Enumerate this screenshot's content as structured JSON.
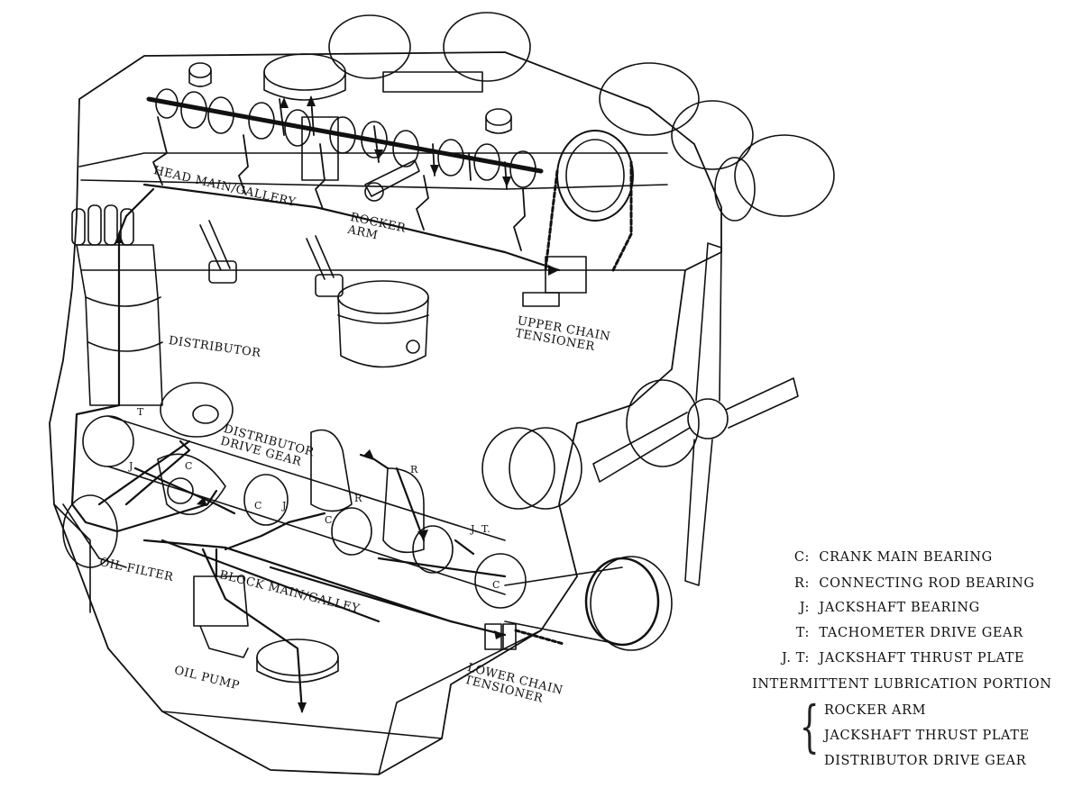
{
  "labels": {
    "head_main_gallery": "HEAD MAIN/GALLERY",
    "rocker_arm": "ROCKER\nARM",
    "distributor": "DISTRIBUTOR",
    "distributor_drive_gear": "DISTRIBUTOR\nDRIVE GEAR",
    "upper_chain_tensioner": "UPPER CHAIN\nTENSIONER",
    "oil_filter": "OIL FILTER",
    "block_main_galley": "BLOCK MAIN/GALLEY",
    "oil_pump": "OIL PUMP",
    "lower_chain_tensioner": "LOWER CHAIN\nTENSIONER"
  },
  "point_markers": {
    "T": "T",
    "J": "J",
    "C": "C",
    "R": "R",
    "JT": "J. T."
  },
  "legend": {
    "items": [
      {
        "code": "C:",
        "text": "CRANK MAIN BEARING"
      },
      {
        "code": "R:",
        "text": "CONNECTING ROD BEARING"
      },
      {
        "code": "J:",
        "text": "JACKSHAFT BEARING"
      },
      {
        "code": "T:",
        "text": "TACHOMETER DRIVE GEAR"
      },
      {
        "code": "J. T:",
        "text": "JACKSHAFT THRUST PLATE"
      }
    ],
    "intermittent_title": "INTERMITTENT LUBRICATION PORTION",
    "intermittent_items": [
      "ROCKER ARM",
      "JACKSHAFT THRUST PLATE",
      "DISTRIBUTOR DRIVE GEAR"
    ]
  },
  "colors": {
    "ink": "#111111",
    "paper": "#ffffff"
  }
}
